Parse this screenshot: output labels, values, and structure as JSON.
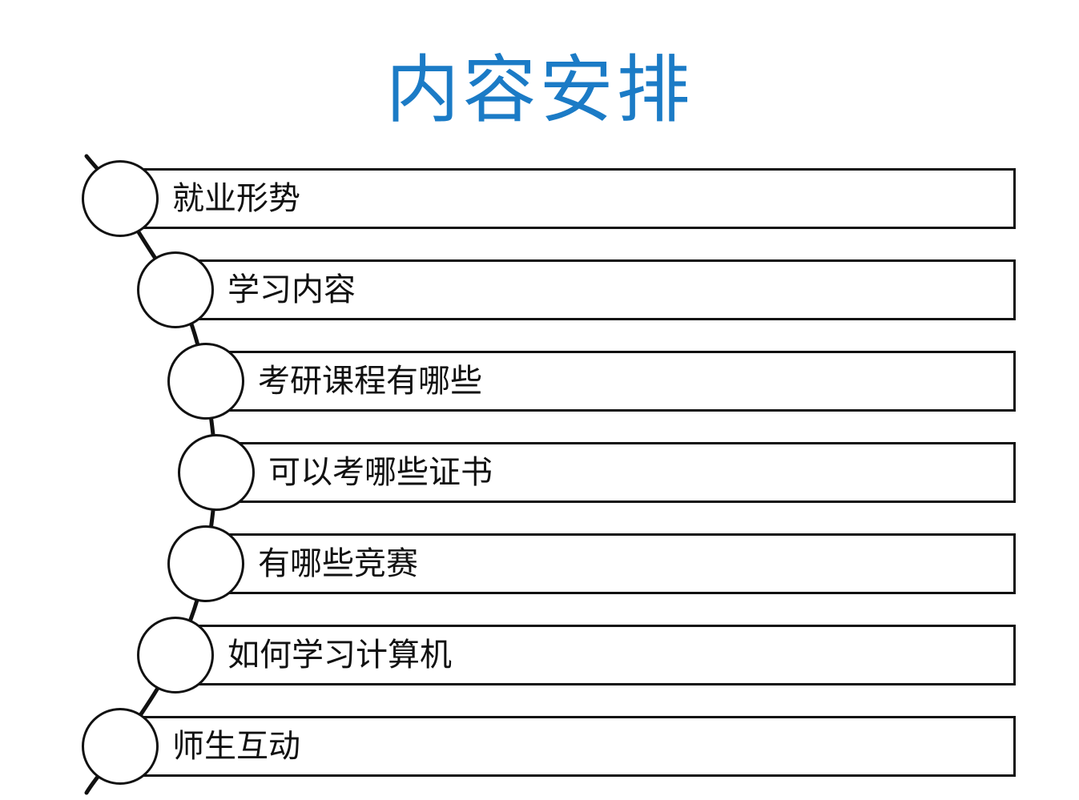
{
  "slide": {
    "title": "内容安排",
    "title_color": "#1b7bc6",
    "items": [
      {
        "label": "就业形势"
      },
      {
        "label": "学习内容"
      },
      {
        "label": "考研课程有哪些"
      },
      {
        "label": "可以考哪些证书"
      },
      {
        "label": "有哪些竞赛"
      },
      {
        "label": "如何学习计算机"
      },
      {
        "label": "师生互动"
      }
    ]
  }
}
